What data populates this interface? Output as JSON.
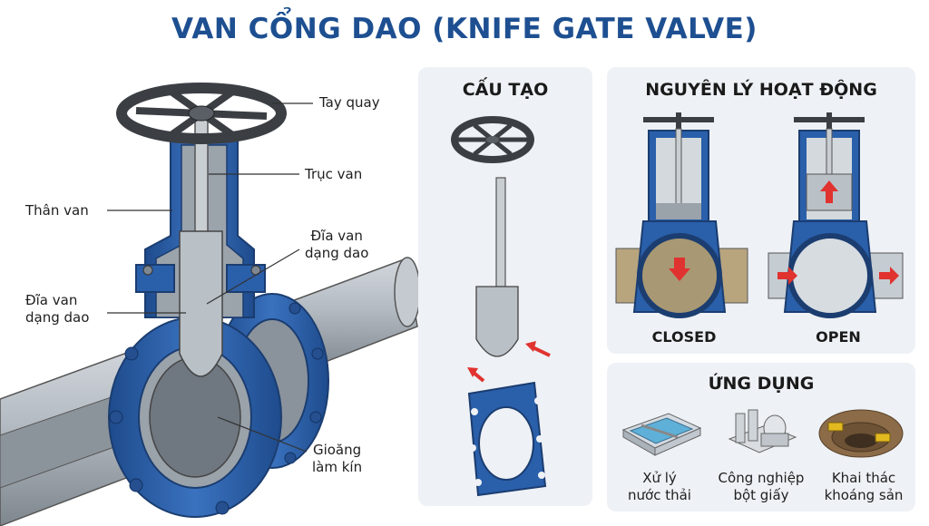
{
  "title": "VAN CỔNG DAO (KNIFE GATE VALVE)",
  "main_diagram": {
    "labels": {
      "handwheel": "Tay quay",
      "stem": "Trục van",
      "body": "Thân van",
      "blade_right": "Đĩa van\ndạng dao",
      "blade_left": "Đĩa van\ndạng dao",
      "seal": "Gioăng\nlàm kín"
    }
  },
  "structure": {
    "title": "CẤU TẠO"
  },
  "principle": {
    "title": "NGUYÊN LÝ HOẠT ĐỘNG",
    "closed_label": "CLOSED",
    "open_label": "OPEN"
  },
  "applications": {
    "title": "ỨNG DỤNG",
    "items": [
      {
        "label": "Xử lý\nnước thải",
        "icon": "water-treatment-icon"
      },
      {
        "label": "Công nghiệp\nbột giấy",
        "icon": "pulp-factory-icon"
      },
      {
        "label": "Khai thác\nkhoáng sản",
        "icon": "mining-icon"
      }
    ]
  },
  "colors": {
    "title_blue": "#1d4f91",
    "valve_blue": "#2a5faa",
    "pipe_gray": "#a9b1b9",
    "arrow_red": "#e0322f",
    "panel_bg": "#eef1f5"
  }
}
